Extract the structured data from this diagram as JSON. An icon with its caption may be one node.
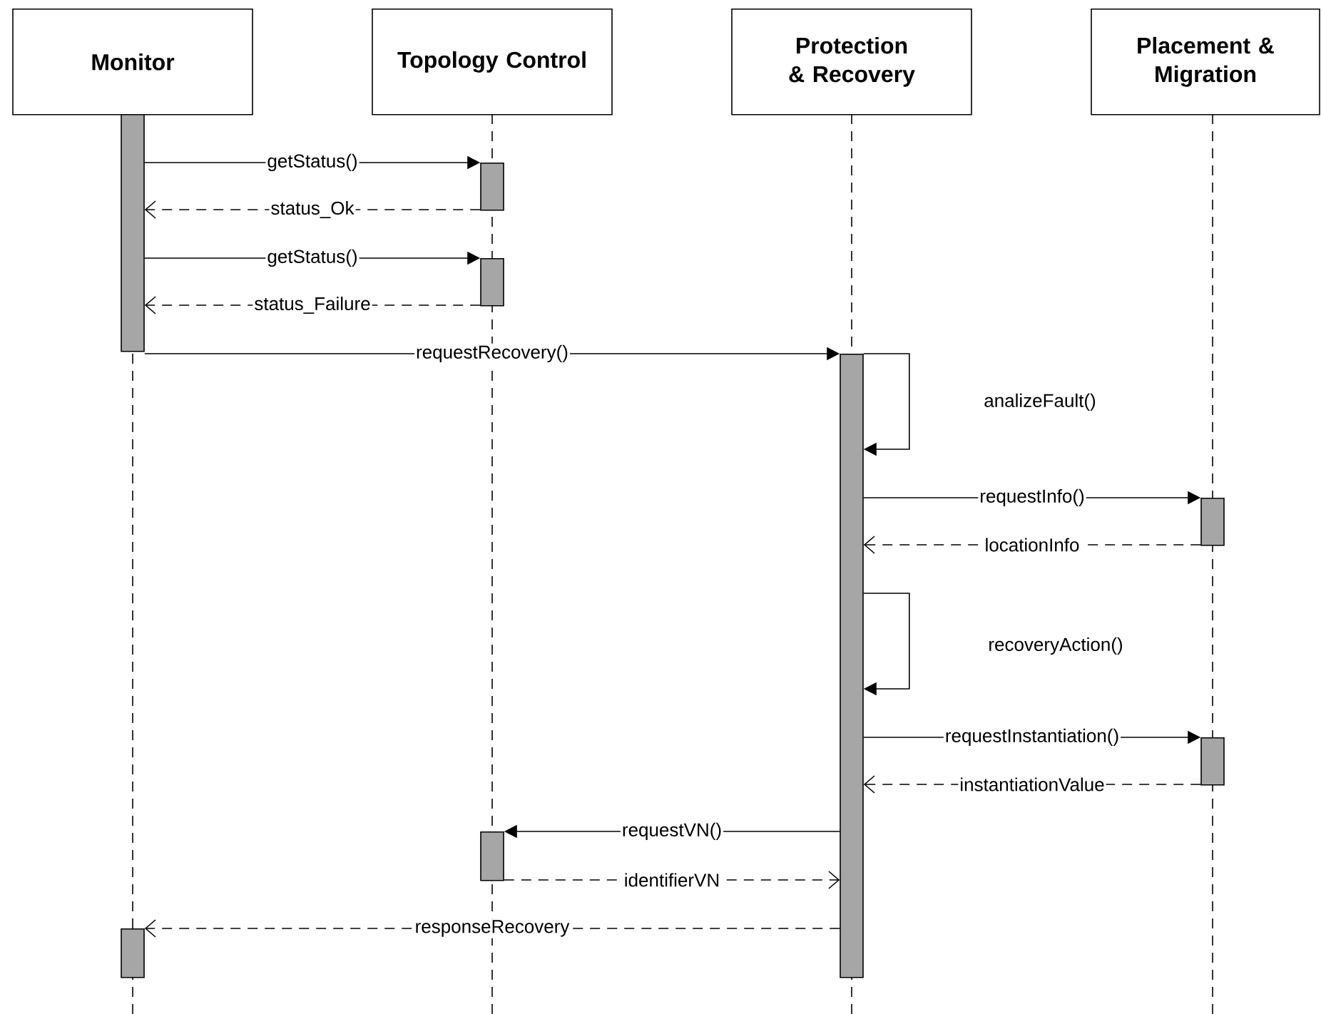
{
  "diagram": {
    "nodes": [
      {
        "text": [
          "Monitor"
        ]
      },
      {
        "text": [
          "Topology Control"
        ]
      },
      {
        "text": [
          "Protection & Recovery"
        ]
      },
      {
        "text": [
          "Placement & Migration"
        ]
      },
      {
        "text": [],
        "shape": "bar"
      },
      {
        "text": [],
        "shape": "bar"
      },
      {
        "text": [],
        "shape": "bar"
      },
      {
        "text": [],
        "shape": "bar"
      },
      {
        "text": [],
        "shape": "bar"
      },
      {
        "text": [],
        "shape": "bar"
      },
      {
        "text": [],
        "shape": "bar"
      },
      {
        "text": [],
        "shape": "bar"
      }
    ],
    "edges": [
      {
        "from": 4,
        "to": 5,
        "arrow": "to",
        "label": "getStatus()"
      },
      {
        "from": 5,
        "to": 4,
        "arrow": "to",
        "label": "status_Ok",
        "style": "dashed"
      },
      {
        "from": 4,
        "to": 6,
        "arrow": "to",
        "label": "getStatus()"
      },
      {
        "from": 6,
        "to": 4,
        "arrow": "to",
        "label": "status_Failure",
        "style": "dashed"
      },
      {
        "from": 4,
        "to": 7,
        "arrow": "to",
        "label": "requestRecovery()"
      },
      {
        "from": 7,
        "to": 7,
        "arrow": "to",
        "label": "analizeFault()"
      },
      {
        "from": 7,
        "to": 8,
        "arrow": "to",
        "label": "requestInfo()"
      },
      {
        "from": 8,
        "to": 7,
        "arrow": "to",
        "label": "locationInfo",
        "style": "dashed"
      },
      {
        "from": 7,
        "to": 7,
        "arrow": "to",
        "label": "recoveryAction()"
      },
      {
        "from": 7,
        "to": 9,
        "arrow": "to",
        "label": "requestInstantiation()"
      },
      {
        "from": 9,
        "to": 7,
        "arrow": "to",
        "label": "instantiationValue",
        "style": "dashed"
      },
      {
        "from": 7,
        "to": 10,
        "arrow": "to",
        "label": "requestVN()"
      },
      {
        "from": 10,
        "to": 7,
        "arrow": "to",
        "label": "identifierVN",
        "style": "dashed"
      },
      {
        "from": 7,
        "to": 11,
        "arrow": "to",
        "label": "responseRecovery",
        "style": "dashed"
      }
    ]
  }
}
